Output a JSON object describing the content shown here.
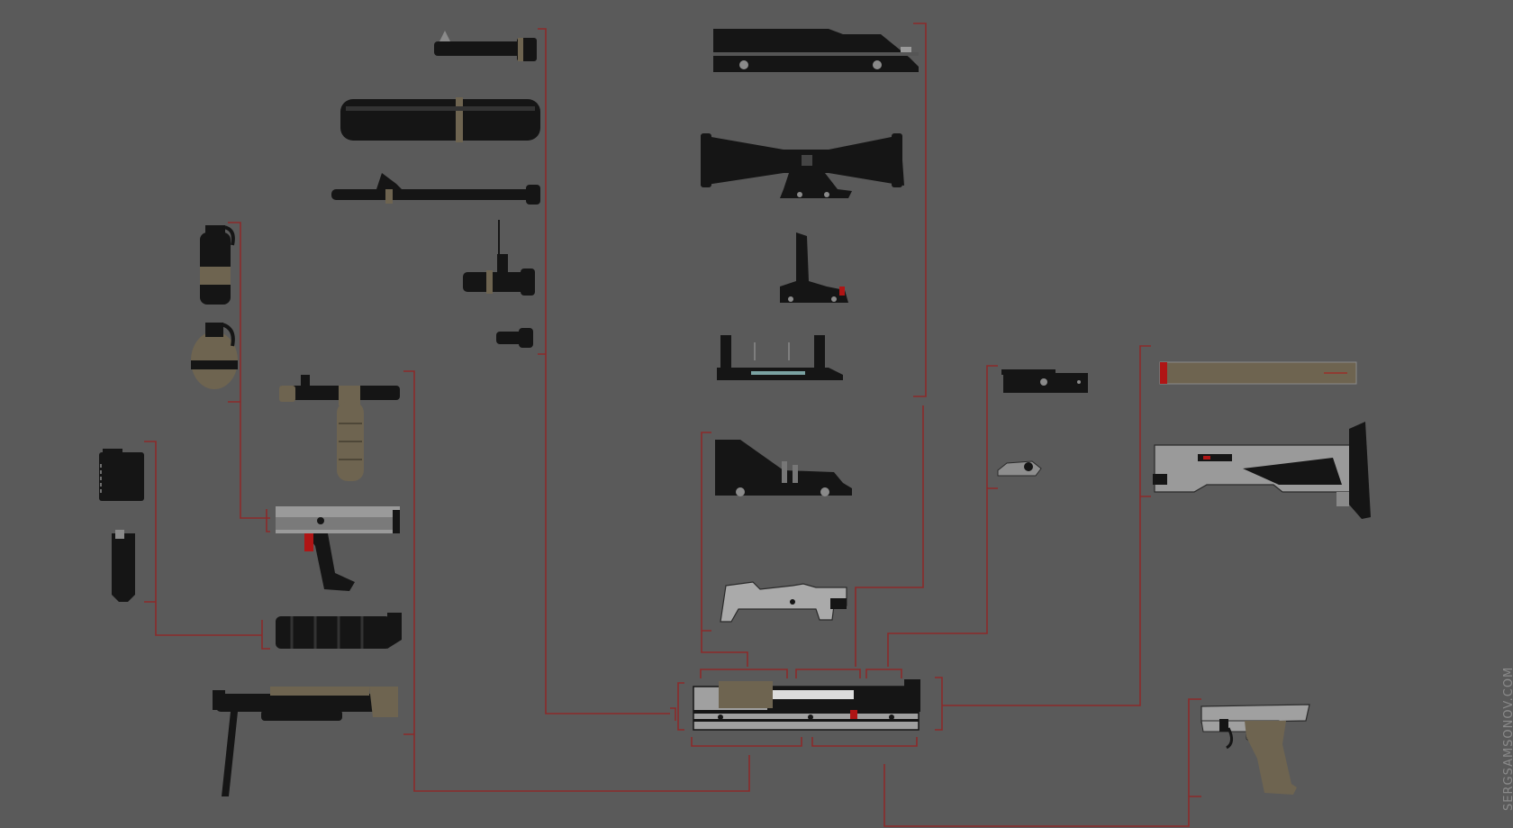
{
  "watermark": "SERGSAMSONOV.COM",
  "colors": {
    "background": "#5a5a5a",
    "connector_line": "#8b2a2a",
    "part_dark": "#151515",
    "part_khaki": "#6e6450",
    "part_gray": "#8a8a8a",
    "accent_red": "#b01515"
  },
  "parts": [
    {
      "id": "muzzle-device",
      "icon": "muzzle-brake-icon"
    },
    {
      "id": "suppressor",
      "icon": "suppressor-icon"
    },
    {
      "id": "long-barrel",
      "icon": "long-barrel-icon"
    },
    {
      "id": "short-barrel",
      "icon": "short-barrel-icon"
    },
    {
      "id": "barrel-nut",
      "icon": "barrel-nut-icon"
    },
    {
      "id": "frag-grenade",
      "icon": "frag-grenade-icon"
    },
    {
      "id": "round-grenade",
      "icon": "round-grenade-icon"
    },
    {
      "id": "box-magazine",
      "icon": "box-magazine-icon"
    },
    {
      "id": "stick-magazine",
      "icon": "stick-magazine-icon"
    },
    {
      "id": "vertical-foregrip",
      "icon": "vertical-foregrip-icon"
    },
    {
      "id": "grenade-launcher",
      "icon": "grenade-launcher-icon"
    },
    {
      "id": "handguard",
      "icon": "handguard-icon"
    },
    {
      "id": "bipod-foregrip",
      "icon": "bipod-icon"
    },
    {
      "id": "top-cover",
      "icon": "top-cover-icon"
    },
    {
      "id": "telescopic-scope",
      "icon": "scope-icon"
    },
    {
      "id": "front-sight",
      "icon": "front-sight-icon"
    },
    {
      "id": "rail-mount",
      "icon": "rail-mount-icon"
    },
    {
      "id": "rear-block",
      "icon": "rear-block-icon"
    },
    {
      "id": "trigger-group",
      "icon": "trigger-group-icon"
    },
    {
      "id": "receiver",
      "icon": "receiver-icon"
    },
    {
      "id": "rear-sight",
      "icon": "rear-sight-icon"
    },
    {
      "id": "charging-handle",
      "icon": "charging-handle-icon"
    },
    {
      "id": "stock-pad",
      "icon": "stock-pad-icon"
    },
    {
      "id": "folding-stock",
      "icon": "folding-stock-icon"
    },
    {
      "id": "pistol-lower",
      "icon": "pistol-grip-icon"
    }
  ]
}
